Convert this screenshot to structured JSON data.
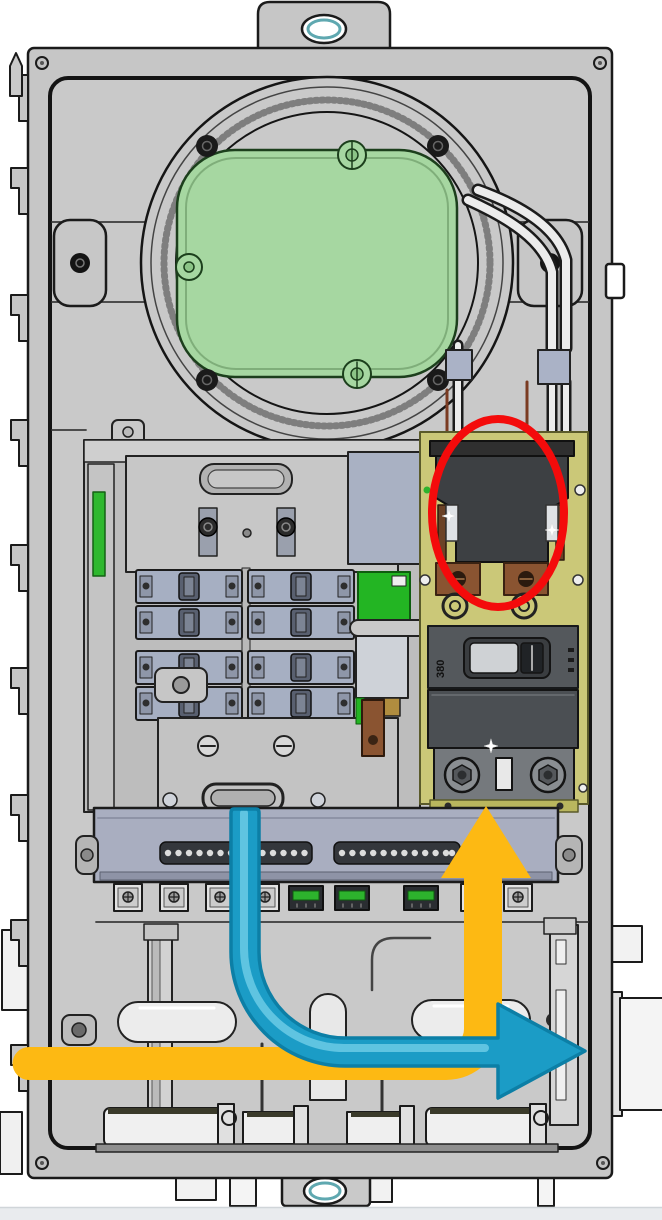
{
  "labels": {
    "breaker_rating": "380"
  },
  "colors": {
    "page_background": "#ffffff",
    "bottom_bar": "#e9ebee",
    "enclosure_gray": "#c6c6c6",
    "panel_gray": "#c9c9c9",
    "outline_dark": "#1b1b1b",
    "gasket_green": "#a6d7a1",
    "gasket_green_edge": "#1c3f1c",
    "pcb_khaki": "#cbc878",
    "pcb_bright_green": "#23b523",
    "relay_blue_gray": "#a6afc2",
    "terminal_bar_gray": "#a9aec0",
    "component_dark": "#3d4043",
    "breaker_dark": "#54585c",
    "copper_brown": "#8a5431",
    "pipe_white": "#f0f0f0",
    "grommet_teal": "#5fa8b0",
    "arrow_yellow": "#fdb913",
    "arrow_blue": "#1b9cc6",
    "arrow_blue_edge": "#0c7fa6",
    "arrow_blue_highlight": "#5fc4e1",
    "highlight_red": "#f40b0b"
  },
  "annotations": {
    "red_ellipse": {
      "name": "transformer-highlight",
      "shape": "ellipse",
      "color": "#f40b0b"
    },
    "arrows": [
      {
        "name": "yellow-flow-arrow",
        "color": "#fdb913",
        "route": "enters horizontally from left, curves and points upward toward breaker"
      },
      {
        "name": "blue-flow-arrow",
        "color": "#1b9cc6",
        "route": "starts below terminal strip, curves right and points out the right side"
      }
    ]
  }
}
